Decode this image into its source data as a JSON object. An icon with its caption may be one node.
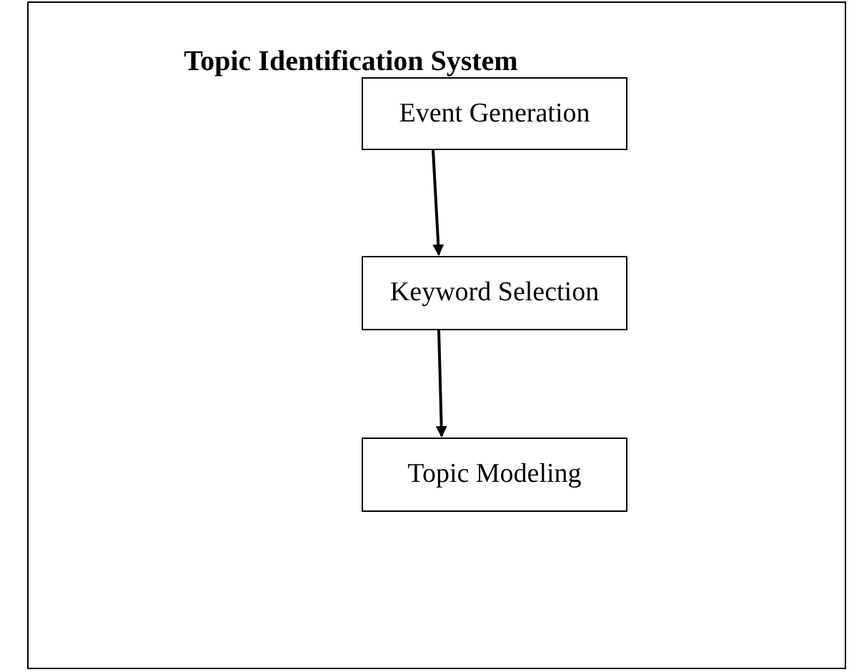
{
  "diagram": {
    "nodes": [
      {
        "text": [
          "Topic Identification System"
        ]
      },
      {
        "text": [
          "Event Generation"
        ],
        "in": 0
      },
      {
        "text": [
          "Keyword Selection"
        ],
        "in": 0
      },
      {
        "text": [
          "Topic Modeling"
        ],
        "in": 0
      }
    ],
    "edges": [
      {
        "from": 1,
        "to": 2,
        "arrow": "to"
      },
      {
        "from": 2,
        "to": 3,
        "arrow": "to"
      }
    ]
  }
}
